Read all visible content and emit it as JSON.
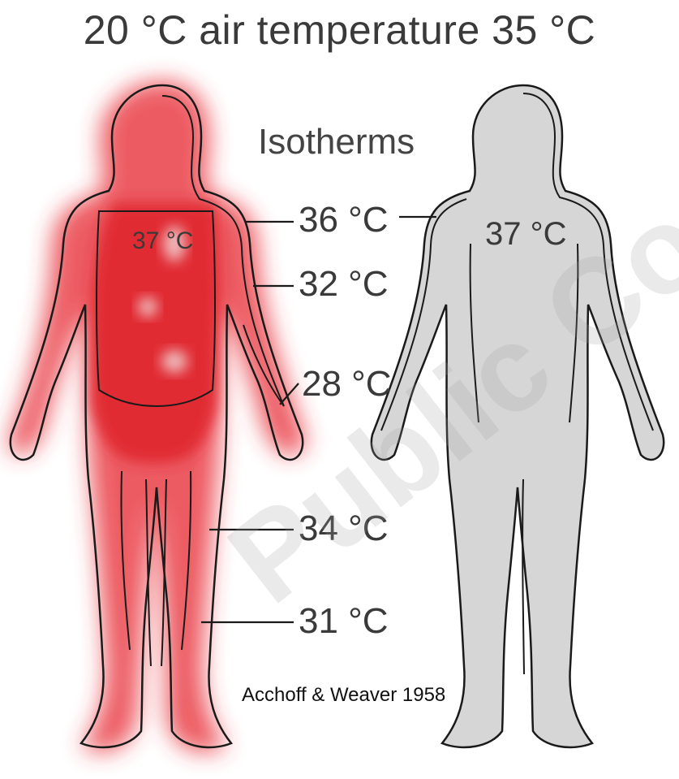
{
  "title": "20 °C air temperature 35 °C",
  "isotherms_label": "Isotherms",
  "isotherm_temps": {
    "t36": "36 °C",
    "t32": "32 °C",
    "t28": "28 °C",
    "t34": "34 °C",
    "t31": "31 °C"
  },
  "core_left": "37 °C",
  "core_right": "37 °C",
  "credit": "Acchoff & Weaver 1958",
  "watermark": "Public Cons",
  "colors": {
    "cold_body_red": "#e8333a",
    "warm_body_gray": "#d6d6d6",
    "outline": "#1a1a1a"
  }
}
